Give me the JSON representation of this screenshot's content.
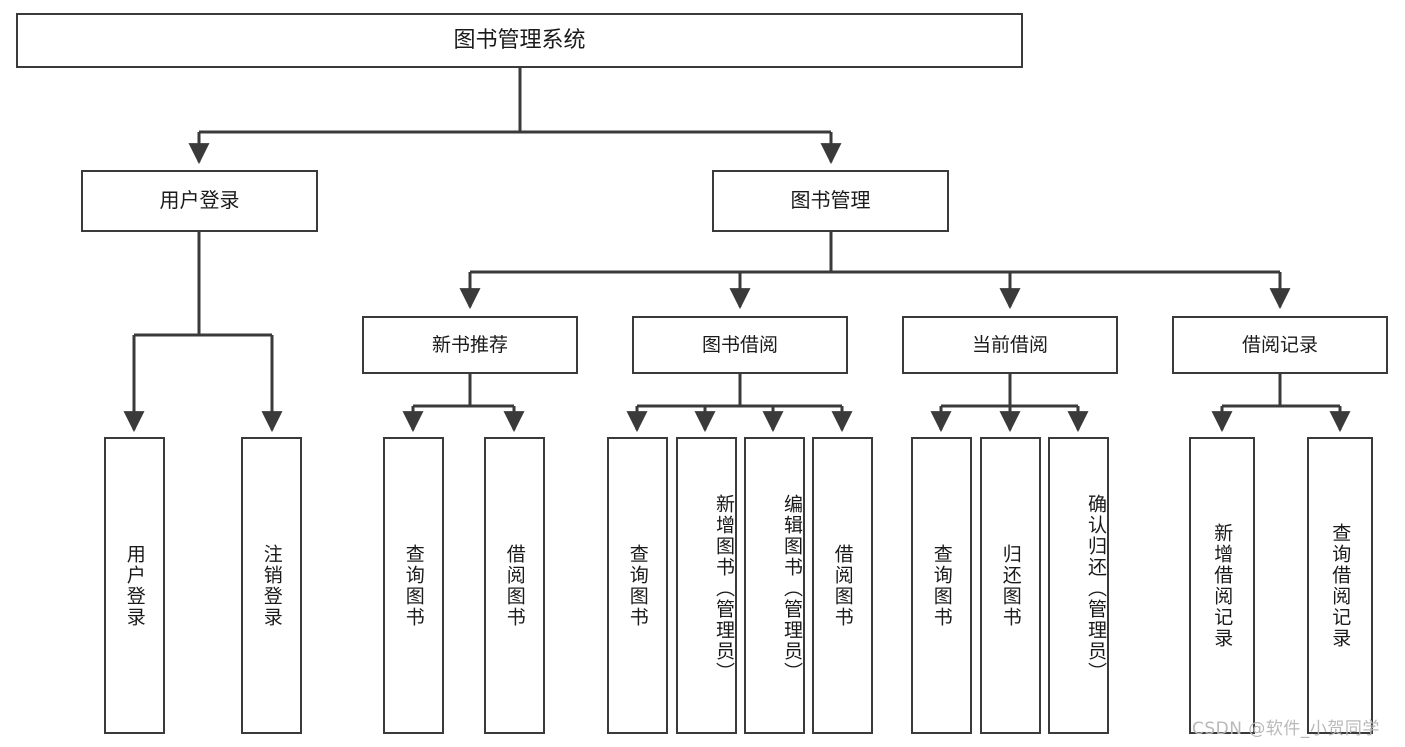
{
  "diagram": {
    "type": "tree-hierarchy",
    "title": "图书管理系统",
    "root": {
      "label": "图书管理系统"
    },
    "level1": [
      {
        "id": "user-login",
        "label": "用户登录"
      },
      {
        "id": "book-management",
        "label": "图书管理"
      }
    ],
    "level2": [
      {
        "id": "new-book-recommend",
        "label": "新书推荐",
        "parent": "book-management"
      },
      {
        "id": "book-borrow",
        "label": "图书借阅",
        "parent": "book-management"
      },
      {
        "id": "current-borrow",
        "label": "当前借阅",
        "parent": "book-management"
      },
      {
        "id": "borrow-record",
        "label": "借阅记录",
        "parent": "book-management"
      }
    ],
    "leaves": {
      "user_login": [
        {
          "id": "leaf-user-login",
          "label": "用户登录"
        },
        {
          "id": "leaf-user-logout",
          "label": "注销登录"
        }
      ],
      "new_book_recommend": [
        {
          "id": "leaf-query-book-1",
          "label": "查询图书"
        },
        {
          "id": "leaf-borrow-book-1",
          "label": "借阅图书"
        }
      ],
      "book_borrow": [
        {
          "id": "leaf-query-book-2",
          "label": "查询图书"
        },
        {
          "id": "leaf-add-book",
          "label": "新增图书（管理员）"
        },
        {
          "id": "leaf-edit-book",
          "label": "编辑图书（管理员）"
        },
        {
          "id": "leaf-borrow-book-2",
          "label": "借阅图书"
        }
      ],
      "current_borrow": [
        {
          "id": "leaf-query-book-3",
          "label": "查询图书"
        },
        {
          "id": "leaf-return-book",
          "label": "归还图书"
        },
        {
          "id": "leaf-confirm-return",
          "label": "确认归还（管理员）"
        }
      ],
      "borrow_record": [
        {
          "id": "leaf-add-record",
          "label": "新增借阅记录"
        },
        {
          "id": "leaf-query-record",
          "label": "查询借阅记录"
        }
      ]
    }
  },
  "watermark": {
    "text": "CSDN @软件_小贺同学"
  },
  "colors": {
    "border": "#3a3a3a",
    "background": "#ffffff",
    "text": "#1a1a1a",
    "watermark": "#b9b9b9"
  }
}
